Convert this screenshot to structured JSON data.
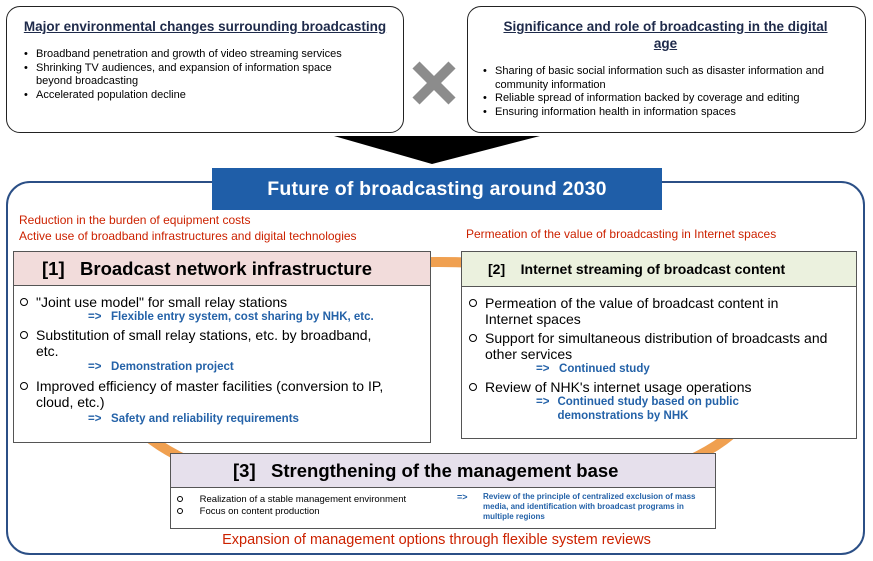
{
  "top_left": {
    "title": "Major environmental changes surrounding broadcasting",
    "bullets": [
      "Broadband penetration and growth of video streaming services",
      "Shrinking TV audiences, and expansion of information space beyond broadcasting",
      "Accelerated population decline"
    ]
  },
  "top_right": {
    "title": "Significance and role of broadcasting in the digital age",
    "bullets": [
      "Sharing of basic social information such as disaster information and community information",
      "Reliable spread of information backed by coverage and editing",
      "Ensuring information health in information spaces"
    ]
  },
  "main_title": "Future of broadcasting around 2030",
  "left_red_notes": [
    "Reduction in the burden of equipment costs",
    "Active use of broadband infrastructures and digital technologies"
  ],
  "right_red_note": "Permeation of the value of broadcasting in Internet spaces",
  "box1": {
    "header": "[1]   Broadcast network infrastructure",
    "items": [
      {
        "text": "\"Joint use model\" for small relay stations",
        "arrow": "=>",
        "sub": "Flexible entry system, cost sharing by NHK, etc."
      },
      {
        "text": "Substitution of small relay stations, etc. by broadband, etc.",
        "arrow": "=>",
        "sub": "Demonstration project"
      },
      {
        "text": "Improved efficiency of master facilities (conversion to IP, cloud, etc.)",
        "arrow": "=>",
        "sub": "Safety and reliability requirements"
      }
    ]
  },
  "box2": {
    "header": "[2]    Internet streaming of broadcast content",
    "items": [
      {
        "text": "Permeation of the value of broadcast content in Internet spaces",
        "arrow": "",
        "sub": ""
      },
      {
        "text": "Support for simultaneous distribution of broadcasts and other services",
        "arrow": "=>",
        "sub": "Continued study"
      },
      {
        "text": "Review of NHK's internet usage operations",
        "arrow": "=>",
        "sub": "Continued study based on public demonstrations by NHK"
      }
    ]
  },
  "box3": {
    "header": "[3]   Strengthening of the management base",
    "items": [
      "Realization of a stable management environment",
      "Focus on content production"
    ],
    "arrow": "=>",
    "note": "Review of the principle of centralized exclusion of mass media, and identification with broadcast programs in multiple regions"
  },
  "bottom_note": "Expansion of management options through flexible system reviews",
  "colors": {
    "title_blue": "#1f5ea8",
    "red": "#cc2200",
    "sub_blue": "#2462a8",
    "box1_header": "#f2dcdb",
    "box2_header": "#ebf1de",
    "box3_header": "#e6e0ec",
    "orange_ring": "#f0a050"
  },
  "icons": {
    "cross": "x-icon",
    "arrow": "down-triangle-icon"
  }
}
